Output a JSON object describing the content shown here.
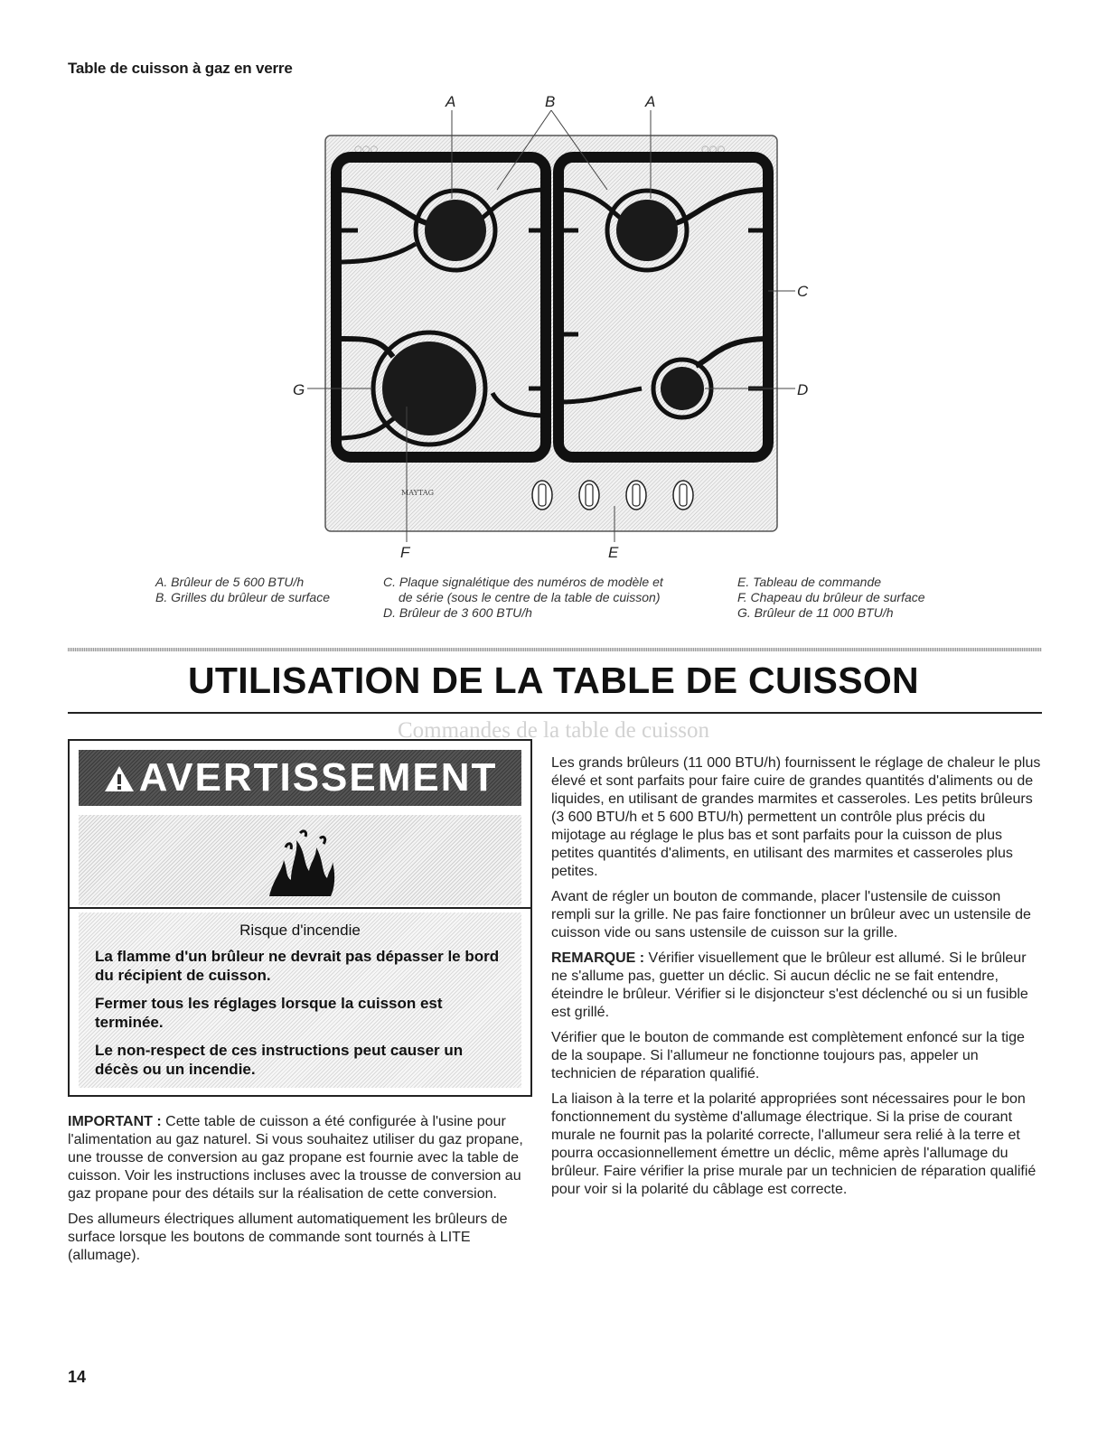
{
  "section_heading": "Table de cuisson à gaz en verre",
  "diagram": {
    "callouts": {
      "A1": "A",
      "B": "B",
      "A2": "A",
      "C": "C",
      "D": "D",
      "G": "G",
      "F": "F",
      "E": "E"
    },
    "brand": "MAYTAG"
  },
  "legend": {
    "col1": [
      "A. Brûleur de 5 600 BTU/h",
      "B. Grilles du brûleur de surface"
    ],
    "col2": [
      "C. Plaque signalétique des numéros de modèle et",
      "de série (sous le centre de la table de cuisson)",
      "D. Brûleur de 3 600 BTU/h"
    ],
    "col3": [
      "E. Tableau de commande",
      "F. Chapeau du brûleur de surface",
      "G. Brûleur de 11 000 BTU/h"
    ]
  },
  "main_title": "UTILISATION DE LA TABLE DE CUISSON",
  "sub_title": "Commandes de la table de cuisson",
  "warning": {
    "banner": "AVERTISSEMENT",
    "risk": "Risque d'incendie",
    "line1a": "La flamme d'un brûleur ne devrait pas dépasser le bord",
    "line1b": "du récipient de cuisson.",
    "line2a": "Fermer tous les réglages lorsque la cuisson est",
    "line2b": "terminée.",
    "line3a": "Le non-respect de ces instructions peut causer un",
    "line3b": "décès ou un incendie."
  },
  "left_body": {
    "important_label": "IMPORTANT :",
    "important_text": " Cette table de cuisson a été configurée à l'usine pour l'alimentation au gaz naturel. Si vous souhaitez utiliser du gaz propane, une trousse de conversion au gaz propane est fournie avec la table de cuisson. Voir les instructions incluses avec la trousse de conversion au gaz propane pour des détails sur la réalisation de cette conversion.",
    "para2": "Des allumeurs électriques allument automatiquement les brûleurs de surface lorsque les boutons de commande sont tournés à LITE (allumage)."
  },
  "right_body": {
    "para1": "Les grands brûleurs (11 000 BTU/h) fournissent le réglage de chaleur le plus élevé et sont parfaits pour faire cuire de grandes quantités d'aliments ou de liquides, en utilisant de grandes marmites et casseroles. Les petits brûleurs (3 600 BTU/h et 5 600 BTU/h) permettent un contrôle plus précis du mijotage au réglage le plus bas et sont parfaits pour la cuisson de plus petites quantités d'aliments, en utilisant des marmites et casseroles plus petites.",
    "para2": "Avant de régler un bouton de commande, placer l'ustensile de cuisson rempli sur la grille. Ne pas faire fonctionner un brûleur avec un ustensile de cuisson vide ou sans ustensile de cuisson sur la grille.",
    "remarque_label": "REMARQUE :",
    "remarque_text": " Vérifier visuellement que le brûleur est allumé. Si le brûleur ne s'allume pas, guetter un déclic. Si aucun déclic ne se fait entendre, éteindre le brûleur. Vérifier si le disjoncteur s'est déclenché ou si un fusible est grillé.",
    "para4": "Vérifier que le bouton de commande est complètement enfoncé sur la tige de la soupape. Si l'allumeur ne fonctionne toujours pas, appeler un technicien de réparation qualifié.",
    "para5": "La liaison à la terre et la polarité appropriées sont nécessaires pour le bon fonctionnement du système d'allumage électrique. Si la prise de courant murale ne fournit pas la polarité correcte, l'allumeur sera relié à la terre et pourra occasionnellement émettre un déclic, même après l'allumage du brûleur. Faire vérifier la prise murale par un technicien de réparation qualifié pour voir si la polarité du câblage est correcte."
  },
  "page_number": "14"
}
